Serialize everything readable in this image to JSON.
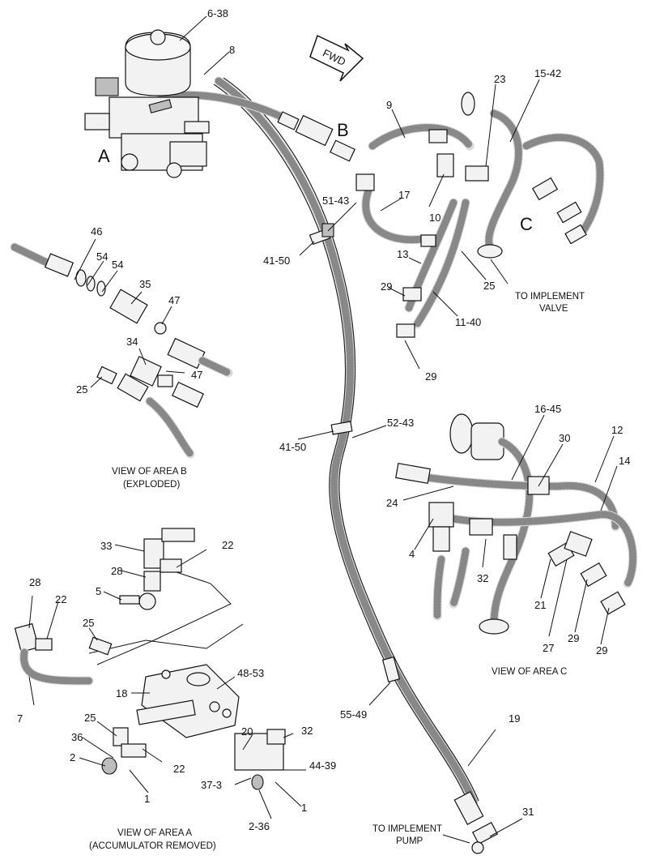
{
  "area_letters": {
    "a": "A",
    "b": "B",
    "c": "C"
  },
  "fwd_label": "FWD",
  "main_labels": {
    "l_6_38": "6-38",
    "l_8": "8",
    "l_9": "9",
    "l_23": "23",
    "l_15_42": "15-42",
    "l_17": "17",
    "l_10": "10",
    "l_51_43": "51-43",
    "l_41_50_top": "41-50",
    "l_13": "13",
    "l_25_main": "25",
    "l_29_a": "29",
    "l_11_40": "11-40",
    "l_29_b": "29",
    "l_41_50_mid": "41-50",
    "l_52_43": "52-43",
    "l_55_49": "55-49",
    "l_19": "19",
    "l_31": "31"
  },
  "area_b_labels": {
    "l_46": "46",
    "l_54_a": "54",
    "l_54_b": "54",
    "l_35": "35",
    "l_47_a": "47",
    "l_34": "34",
    "l_47_b": "47",
    "l_25": "25"
  },
  "area_c_labels": {
    "l_16_45": "16-45",
    "l_30": "30",
    "l_12": "12",
    "l_14": "14",
    "l_24": "24",
    "l_4": "4",
    "l_32": "32",
    "l_21": "21",
    "l_29_a": "29",
    "l_27": "27",
    "l_29_b": "29"
  },
  "area_a_labels": {
    "l_33": "33",
    "l_22_a": "22",
    "l_28_a": "28",
    "l_5": "5",
    "l_28_b": "28",
    "l_22_b": "22",
    "l_25_a": "25",
    "l_7": "7",
    "l_18": "18",
    "l_48_53": "48-53",
    "l_25_b": "25",
    "l_36": "36",
    "l_2": "2",
    "l_22_c": "22",
    "l_1_a": "1",
    "l_20": "20",
    "l_32": "32",
    "l_44_39": "44-39",
    "l_37_3": "37-3",
    "l_1_b": "1",
    "l_2_36": "2-36"
  },
  "captions": {
    "implement_valve_1": "TO IMPLEMENT",
    "implement_valve_2": "VALVE",
    "view_b_1": "VIEW OF AREA  B",
    "view_b_2": "(EXPLODED)",
    "view_c": "VIEW OF AREA C",
    "view_a_1": "VIEW OF AREA A",
    "view_a_2": "(ACCUMULATOR REMOVED)",
    "implement_pump_1": "TO IMPLEMENT",
    "implement_pump_2": "PUMP"
  }
}
